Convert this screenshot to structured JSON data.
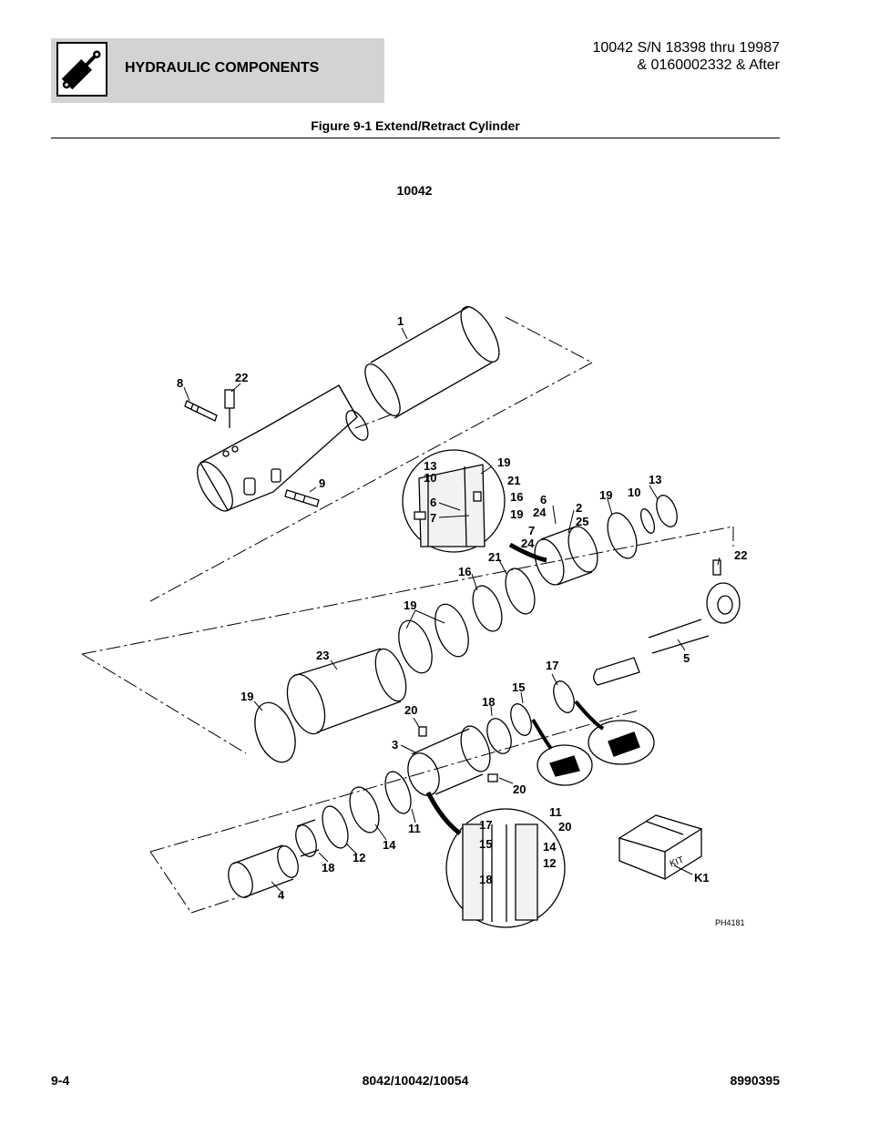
{
  "header": {
    "section_title": "HYDRAULIC COMPONENTS",
    "serial_line1": "10042 S/N 18398 thru 19987",
    "serial_line2": "& 0160002332 & After",
    "icon": "hydraulic-cylinder-icon"
  },
  "figure": {
    "title": "Figure 9-1 Extend/Retract Cylinder",
    "model": "10042",
    "image_code": "PH4181",
    "kit_label": "KIT"
  },
  "callouts": [
    {
      "id": "c-1",
      "text": "1"
    },
    {
      "id": "c-8",
      "text": "8"
    },
    {
      "id": "c-22a",
      "text": "22"
    },
    {
      "id": "c-9",
      "text": "9"
    },
    {
      "id": "c-13a",
      "text": "13"
    },
    {
      "id": "c-10a",
      "text": "10"
    },
    {
      "id": "c-19a",
      "text": "19"
    },
    {
      "id": "c-21a",
      "text": "21"
    },
    {
      "id": "c-16a",
      "text": "16"
    },
    {
      "id": "c-6a",
      "text": "6"
    },
    {
      "id": "c-7a",
      "text": "7"
    },
    {
      "id": "c-19b",
      "text": "19"
    },
    {
      "id": "c-6b",
      "text": "6"
    },
    {
      "id": "c-24a",
      "text": "24"
    },
    {
      "id": "c-2",
      "text": "2"
    },
    {
      "id": "c-25",
      "text": "25"
    },
    {
      "id": "c-7b",
      "text": "7"
    },
    {
      "id": "c-24b",
      "text": "24"
    },
    {
      "id": "c-19c",
      "text": "19"
    },
    {
      "id": "c-10b",
      "text": "10"
    },
    {
      "id": "c-13b",
      "text": "13"
    },
    {
      "id": "c-22b",
      "text": "22"
    },
    {
      "id": "c-21b",
      "text": "21"
    },
    {
      "id": "c-16b",
      "text": "16"
    },
    {
      "id": "c-19d",
      "text": "19"
    },
    {
      "id": "c-5",
      "text": "5"
    },
    {
      "id": "c-23",
      "text": "23"
    },
    {
      "id": "c-17a",
      "text": "17"
    },
    {
      "id": "c-19e",
      "text": "19"
    },
    {
      "id": "c-15a",
      "text": "15"
    },
    {
      "id": "c-18a",
      "text": "18"
    },
    {
      "id": "c-20a",
      "text": "20"
    },
    {
      "id": "c-3",
      "text": "3"
    },
    {
      "id": "c-20b",
      "text": "20"
    },
    {
      "id": "c-11a",
      "text": "11"
    },
    {
      "id": "c-17b",
      "text": "17"
    },
    {
      "id": "c-20c",
      "text": "20"
    },
    {
      "id": "c-15b",
      "text": "15"
    },
    {
      "id": "c-14a",
      "text": "14"
    },
    {
      "id": "c-12a",
      "text": "12"
    },
    {
      "id": "c-18b",
      "text": "18"
    },
    {
      "id": "c-11b",
      "text": "11"
    },
    {
      "id": "c-14b",
      "text": "14"
    },
    {
      "id": "c-12b",
      "text": "12"
    },
    {
      "id": "c-18c",
      "text": "18"
    },
    {
      "id": "c-4",
      "text": "4"
    },
    {
      "id": "c-k1",
      "text": "K1"
    }
  ],
  "footer": {
    "page_number": "9-4",
    "models": "8042/10042/10054",
    "doc_number": "8990395"
  }
}
